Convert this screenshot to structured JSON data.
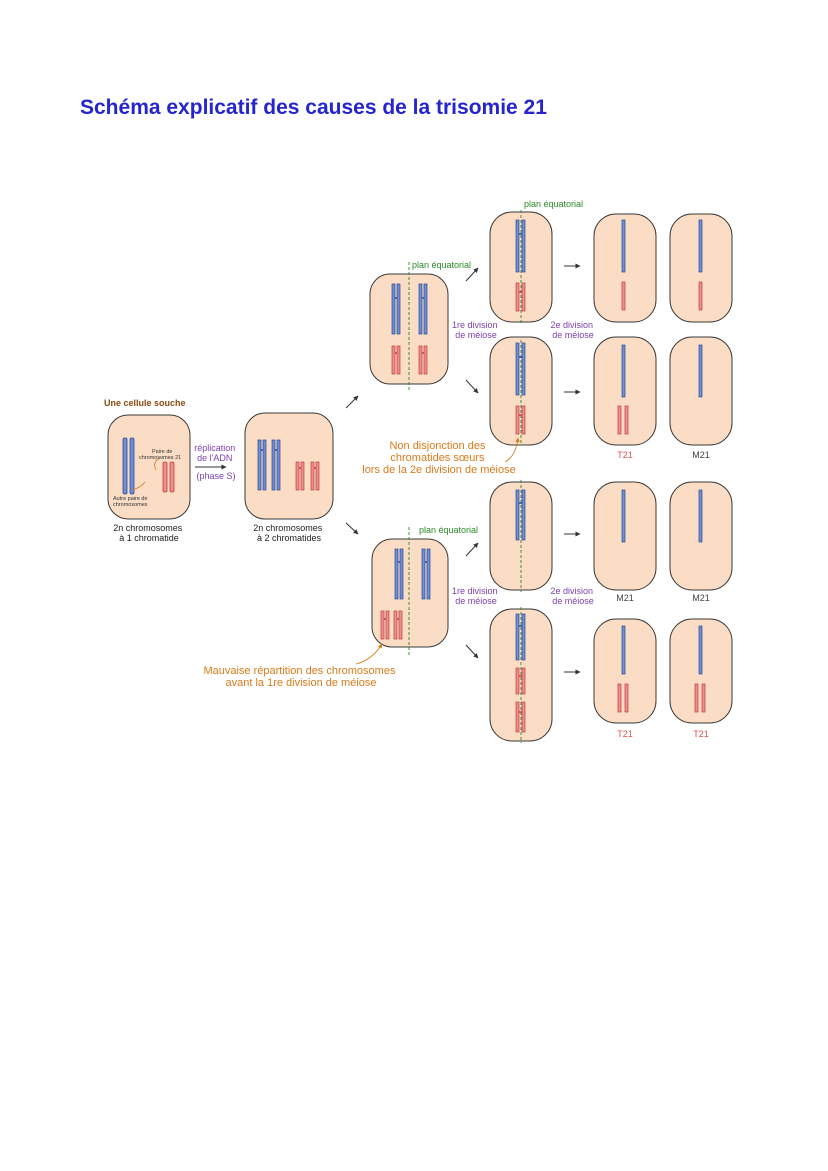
{
  "title": "Schéma explicatif des causes de la trisomie 21",
  "colors": {
    "title": "#2525d0",
    "cell_fill": "#fbdcc4",
    "cell_stroke": "#3a3a3a",
    "chrom_blue": "#6f8fd2",
    "chrom_blue_stroke": "#2a4a96",
    "chrom_red": "#f08c8c",
    "chrom_red_stroke": "#b84040",
    "orange": "#d97a1a",
    "purple": "#7a3fb0",
    "green": "#2a8a2a",
    "dark_orange": "#8a4a10"
  },
  "labels": {
    "stem_cell": "Une cellule souche",
    "pair21": [
      "Paire de",
      "chromosomes 21"
    ],
    "other_pair": [
      "Autre paire de",
      "chromosomes"
    ],
    "dna_replication": [
      "réplication",
      "de l'ADN",
      "(phase S)"
    ],
    "cell1_caption": [
      "2n chromosomes",
      "à 1 chromatide"
    ],
    "cell2_caption": [
      "2n chromosomes",
      "à 2 chromatides"
    ],
    "equatorial_plane": "plan équatorial",
    "division1": [
      "1re division",
      "de méiose"
    ],
    "division2": [
      "2e division",
      "de méiose"
    ],
    "nondisjunction": [
      "Non disjonction des",
      "chromatides sœurs",
      "lors de la 2e division de méiose"
    ],
    "bad_distribution": [
      "Mauvaise répartition des chromosomes",
      "avant la 1re division de méiose"
    ]
  },
  "gametes": {
    "row2": [
      "T21",
      "M21"
    ],
    "row3": [
      "M21",
      "M21"
    ],
    "row4": [
      "T21",
      "T21"
    ]
  }
}
